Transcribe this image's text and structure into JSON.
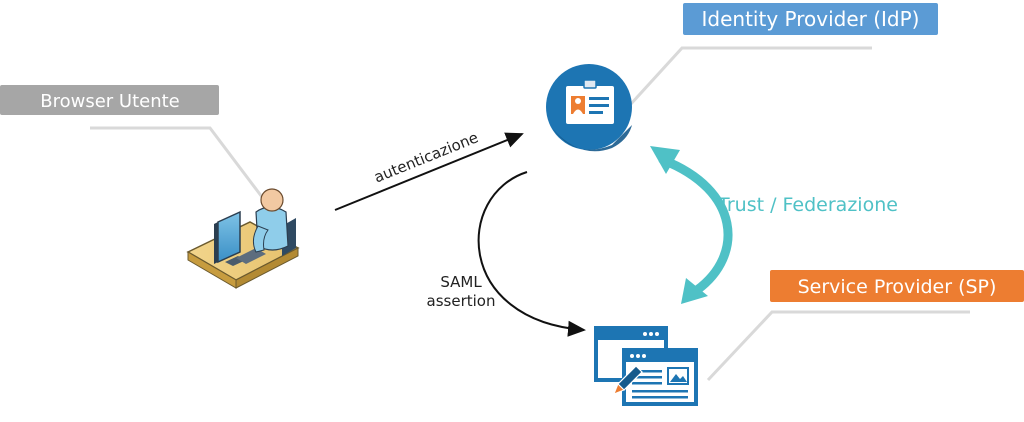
{
  "labels": {
    "idp": "Identity Provider (IdP)",
    "browser": "Browser Utente",
    "sp": "Service Provider (SP)",
    "authentication": "autenticazione",
    "trust": "Trust / Federazione",
    "saml_line1": "SAML",
    "saml_line2": "assertion"
  },
  "colors": {
    "idp_badge": "#5b9bd5",
    "browser_badge": "#a6a6a6",
    "sp_badge": "#ed7d31",
    "trust": "#4fc1c6",
    "icon_blue": "#1d75b3",
    "icon_dark": "#165a8c",
    "connector_grey": "#d9d9d9"
  },
  "icons": {
    "idp": "id-card-icon",
    "browser": "user-at-computer-icon",
    "sp": "browser-windows-icon"
  }
}
